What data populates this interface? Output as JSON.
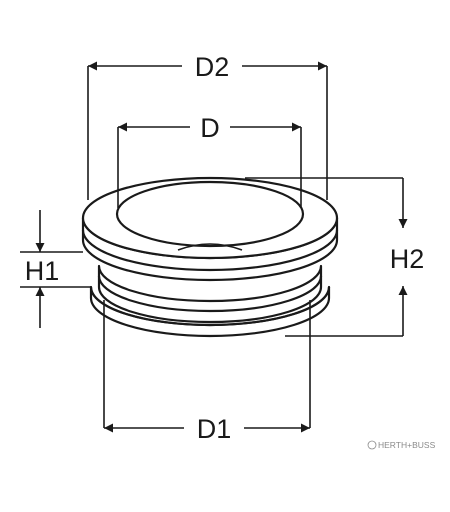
{
  "labels": {
    "d2": "D2",
    "d": "D",
    "h1": "H1",
    "h2": "H2",
    "d1": "D1"
  },
  "watermark": "HERTH+BUSS",
  "colors": {
    "line": "#1a1a1a",
    "label": "#1a1a1a",
    "watermark": "#8a8a8a",
    "background": "#ffffff"
  }
}
